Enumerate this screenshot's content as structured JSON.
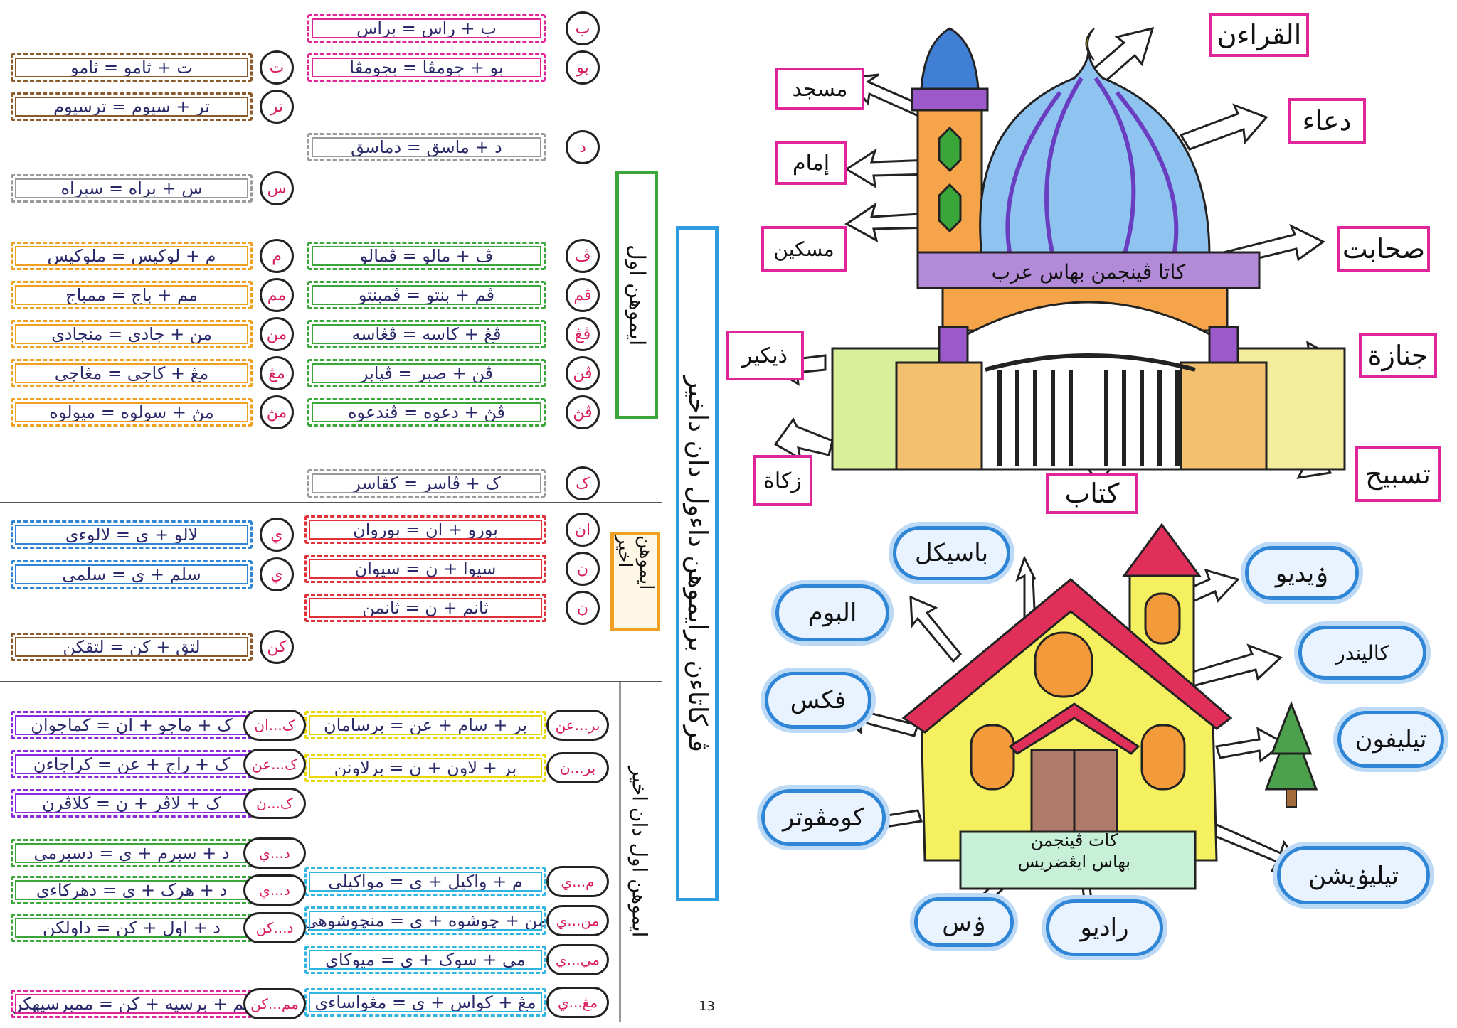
{
  "page_number": "13",
  "vertical_title": "ڤركاتاءن برايموهن داءول دان داخير",
  "section_labels": {
    "awal": "ايموهن اول",
    "akhir": "ايموهن اخير",
    "awal_akhir": "ايموهن اول دان اخير"
  },
  "colors": {
    "pink": "#e0249a",
    "green": "#3aa63a",
    "blue": "#2f86d6",
    "orange": "#f0a020",
    "purple": "#8a2be2",
    "brown": "#8b5a2b",
    "gray": "#9a9a9a",
    "red": "#e0303a",
    "yellow": "#e6d800",
    "cyan": "#2fb6e0"
  },
  "rows_mid": [
    {
      "marker": "ب",
      "text": "ب + راس = براس",
      "color": "pink"
    },
    {
      "marker": "بو",
      "text": "بو + جومڤا = بجومڤا",
      "color": "pink"
    },
    {
      "marker": "د",
      "text": "د + ماسق = دماسق",
      "color": "gray"
    },
    {
      "marker": "ڤ",
      "text": "ڤ + مالو = ڤمالو",
      "color": "green"
    },
    {
      "marker": "ڤم",
      "text": "ڤم + بنتو = ڤمبنتو",
      "color": "green"
    },
    {
      "marker": "ڤڠ",
      "text": "ڤڠ + كاسه = ڤڠاسه",
      "color": "green"
    },
    {
      "marker": "ڤن",
      "text": "ڤن + صبر = ڤڽابر",
      "color": "green"
    },
    {
      "marker": "ڤڽ",
      "text": "ڤڽ + دعوه = ڤندعوه",
      "color": "green"
    },
    {
      "marker": "ک",
      "text": "ک + ڤاسر = کڤاسر",
      "color": "gray"
    }
  ],
  "rows_left": [
    {
      "marker": "ت",
      "text": "ت + ثامو = ثامو",
      "color": "brown"
    },
    {
      "marker": "تر",
      "text": "تر + سيوم = ترسيوم",
      "color": "brown"
    },
    {
      "marker": "س",
      "text": "س + براه = سبراه",
      "color": "gray"
    },
    {
      "marker": "م",
      "text": "م + لوكيس = ملوكيس",
      "color": "orange"
    },
    {
      "marker": "مم",
      "text": "مم + باج = ممباج",
      "color": "orange"
    },
    {
      "marker": "من",
      "text": "من + جادي = منجادي",
      "color": "orange"
    },
    {
      "marker": "مڠ",
      "text": "مڠ + كاجي = مڠاجي",
      "color": "orange"
    },
    {
      "marker": "مڽ",
      "text": "مڽ + سولوه = ميولوه",
      "color": "orange"
    }
  ],
  "akhir_mid": [
    {
      "marker": "ان",
      "text": "بورو + ان = بوروان",
      "color": "red"
    },
    {
      "marker": "ن",
      "text": "سيوا + ن = سيوان",
      "color": "red"
    },
    {
      "marker": "ن",
      "text": "ثانم + ن = ثانمن",
      "color": "red"
    }
  ],
  "akhir_left": [
    {
      "marker": "ي",
      "text": "لالو + ي = لالوءي",
      "color": "blue"
    },
    {
      "marker": "ي",
      "text": "سلم + ي = سلمي",
      "color": "blue"
    },
    {
      "marker": "كن",
      "text": "لتق + كن = لتقكن",
      "color": "brown"
    }
  ],
  "combo_mid": [
    {
      "marker": "بر...عن",
      "text": "بر + سام + عن = برسامان",
      "color": "yellow"
    },
    {
      "marker": "بر...ن",
      "text": "بر + لاون + ن = برلاونن",
      "color": "yellow"
    },
    {
      "marker": "م...ي",
      "text": "م + واكيل + ي = مواكيلي",
      "color": "cyan"
    },
    {
      "marker": "من...ي",
      "text": "من + چوشوه + ي = منچوشوهي",
      "color": "cyan"
    },
    {
      "marker": "مي...ي",
      "text": "مي + سوک + ي = ميوکاي",
      "color": "cyan"
    },
    {
      "marker": "مڠ...ي",
      "text": "مڠ + كواس + ي = مڠواساءي",
      "color": "cyan"
    }
  ],
  "combo_left": [
    {
      "marker": "ک...ان",
      "text": "ک + ماجو + ان = کماجوان",
      "color": "purple"
    },
    {
      "marker": "ک...عن",
      "text": "ک + راج + عن = کراجاءن",
      "color": "purple"
    },
    {
      "marker": "ک...ن",
      "text": "ک + لاڤر + ن = کلاڤرن",
      "color": "purple"
    },
    {
      "marker": "د...ي",
      "text": "د + سبرم + ي = دسبرمي",
      "color": "green"
    },
    {
      "marker": "د...ي",
      "text": "د + هرک + ي = دهرکاءي",
      "color": "green"
    },
    {
      "marker": "د...كن",
      "text": "د + اول + كن = داولكن",
      "color": "green"
    },
    {
      "marker": "مم...كن",
      "text": "مم + برسيه + كن = ممبرسيهكن",
      "color": "pink"
    }
  ],
  "mosque": {
    "banner": "كاتا ڤينجمن بهاس عرب",
    "labels": [
      "القراءن",
      "مسجد",
      "دعاء",
      "إمام",
      "صحابت",
      "مسكين",
      "جنازة",
      "ذيكير",
      "تسبيح",
      "زكاة",
      "كتاب"
    ]
  },
  "house": {
    "banner_line1": "كات ڤينجمن",
    "banner_line2": "بهاس ايڠضريس",
    "labels": [
      "باسيكل",
      "ۏيديو",
      "البوم",
      "كاليندر",
      "فكس",
      "تيليفون",
      "كومڤوتر",
      "تيليۏيشن",
      "ۏس",
      "راديو"
    ]
  }
}
